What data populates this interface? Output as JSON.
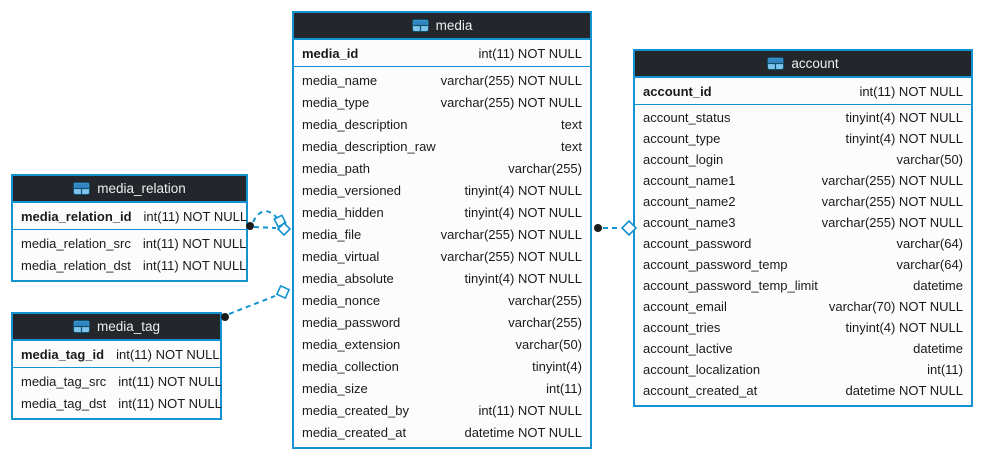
{
  "diagram": {
    "type": "database-er-diagram",
    "colors": {
      "table_border": "#1492d2",
      "header_bg": "#23272b",
      "header_text": "#eceeef",
      "row_text": "#1a1a1a",
      "connector": "#1492d2",
      "background": "#ffffff"
    }
  },
  "tables": {
    "media": {
      "title": "media",
      "pk": {
        "name": "media_id",
        "type": "int(11) NOT NULL"
      },
      "columns": [
        {
          "name": "media_name",
          "type": "varchar(255) NOT NULL"
        },
        {
          "name": "media_type",
          "type": "varchar(255) NOT NULL"
        },
        {
          "name": "media_description",
          "type": "text"
        },
        {
          "name": "media_description_raw",
          "type": "text"
        },
        {
          "name": "media_path",
          "type": "varchar(255)"
        },
        {
          "name": "media_versioned",
          "type": "tinyint(4) NOT NULL"
        },
        {
          "name": "media_hidden",
          "type": "tinyint(4) NOT NULL"
        },
        {
          "name": "media_file",
          "type": "varchar(255) NOT NULL"
        },
        {
          "name": "media_virtual",
          "type": "varchar(255) NOT NULL"
        },
        {
          "name": "media_absolute",
          "type": "tinyint(4) NOT NULL"
        },
        {
          "name": "media_nonce",
          "type": "varchar(255)"
        },
        {
          "name": "media_password",
          "type": "varchar(255)"
        },
        {
          "name": "media_extension",
          "type": "varchar(50)"
        },
        {
          "name": "media_collection",
          "type": "tinyint(4)"
        },
        {
          "name": "media_size",
          "type": "int(11)"
        },
        {
          "name": "media_created_by",
          "type": "int(11) NOT NULL"
        },
        {
          "name": "media_created_at",
          "type": "datetime NOT NULL"
        }
      ]
    },
    "media_relation": {
      "title": "media_relation",
      "pk": {
        "name": "media_relation_id",
        "type": "int(11) NOT NULL"
      },
      "columns": [
        {
          "name": "media_relation_src",
          "type": "int(11) NOT NULL"
        },
        {
          "name": "media_relation_dst",
          "type": "int(11) NOT NULL"
        }
      ]
    },
    "media_tag": {
      "title": "media_tag",
      "pk": {
        "name": "media_tag_id",
        "type": "int(11) NOT NULL"
      },
      "columns": [
        {
          "name": "media_tag_src",
          "type": "int(11) NOT NULL"
        },
        {
          "name": "media_tag_dst",
          "type": "int(11) NOT NULL"
        }
      ]
    },
    "account": {
      "title": "account",
      "pk": {
        "name": "account_id",
        "type": "int(11) NOT NULL"
      },
      "columns": [
        {
          "name": "account_status",
          "type": "tinyint(4) NOT NULL"
        },
        {
          "name": "account_type",
          "type": "tinyint(4) NOT NULL"
        },
        {
          "name": "account_login",
          "type": "varchar(50)"
        },
        {
          "name": "account_name1",
          "type": "varchar(255) NOT NULL"
        },
        {
          "name": "account_name2",
          "type": "varchar(255) NOT NULL"
        },
        {
          "name": "account_name3",
          "type": "varchar(255) NOT NULL"
        },
        {
          "name": "account_password",
          "type": "varchar(64)"
        },
        {
          "name": "account_password_temp",
          "type": "varchar(64)"
        },
        {
          "name": "account_password_temp_limit",
          "type": "datetime"
        },
        {
          "name": "account_email",
          "type": "varchar(70) NOT NULL"
        },
        {
          "name": "account_tries",
          "type": "tinyint(4) NOT NULL"
        },
        {
          "name": "account_lactive",
          "type": "datetime"
        },
        {
          "name": "account_localization",
          "type": "int(11)"
        },
        {
          "name": "account_created_at",
          "type": "datetime NOT NULL"
        }
      ]
    }
  },
  "relationships": [
    {
      "from": "media_relation",
      "to": "media",
      "line": "dashed",
      "from_marker": "filled-dot",
      "to_marker": "open-diamond"
    },
    {
      "from": "media_relation",
      "to": "media",
      "line": "dashed",
      "from_marker": "filled-dot",
      "to_marker": "open-diamond"
    },
    {
      "from": "media_tag",
      "to": "media",
      "line": "dashed",
      "from_marker": "filled-dot",
      "to_marker": "open-diamond"
    },
    {
      "from": "media",
      "to": "account",
      "line": "dashed",
      "from_marker": "filled-dot",
      "to_marker": "open-diamond"
    }
  ]
}
